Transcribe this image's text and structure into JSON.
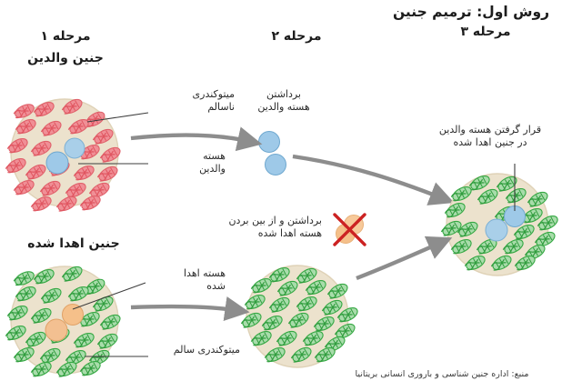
{
  "header": {
    "title": "روش اول: ترمیم جنین"
  },
  "stages": [
    {
      "id": "stage-1",
      "number_label": "مرحله ۱",
      "sub_label": "جنین والدین"
    },
    {
      "id": "stage-2",
      "number_label": "مرحله ۲",
      "sub_label": ""
    },
    {
      "id": "stage-3",
      "number_label": "مرحله ۳",
      "sub_label": ""
    }
  ],
  "labels": {
    "unhealthy_mitochondria": "میتوکندری\nناسالم",
    "parent_nucleus": "هسته\nوالدین",
    "remove_parent_nucleus": "برداشتن\nهسته والدین",
    "place_parent_nucleus": "قرار گرفتن هسته والدین\nدر جنین اهدا شده",
    "remove_destroy_donor_nucleus": "برداشتن و از بین بردن\nهسته اهدا شده",
    "donated_embryo": "جنین اهدا شده",
    "donated_nucleus": "هسته اهدا\nشده",
    "healthy_mitochondria": "میتوکندری سالم"
  },
  "footer": {
    "source": "منبع: اداره جنین شناسی و باروری انسانی بریتانیا"
  },
  "colors": {
    "cytoplasm": "#ece2cd",
    "cytoplasm_edge": "#ded0b4",
    "mito_unhealthy": "#e8636b",
    "mito_unhealthy_light": "#f2a0a4",
    "mito_healthy": "#3cb44a",
    "mito_healthy_light": "#9fd9a3",
    "nucleus_parent": "#9ec9e8",
    "nucleus_parent_edge": "#6fa8cf",
    "nucleus_donor": "#f5c08a",
    "nucleus_donor_edge": "#e0a267",
    "arrow_gray": "#8d8d8d",
    "cross_red": "#cc2222",
    "leader_line": "#4a4a4a",
    "background": "#ffffff",
    "text": "#1c1c1c"
  },
  "diagram": {
    "cells": [
      {
        "name": "parent-embryo-cell",
        "mitochondria_color": "red",
        "mitochondria_count": 28,
        "nuclei": 2,
        "nucleus_color": "blue"
      },
      {
        "name": "donor-embryo-cell",
        "mitochondria_color": "green",
        "mitochondria_count": 28,
        "nuclei": 2,
        "nucleus_color": "orange"
      },
      {
        "name": "enucleated-donor-cell",
        "mitochondria_color": "green",
        "mitochondria_count": 26,
        "nuclei": 0,
        "nucleus_color": "none"
      },
      {
        "name": "repaired-embryo-cell",
        "mitochondria_color": "green",
        "mitochondria_count": 26,
        "nuclei": 2,
        "nucleus_color": "blue"
      }
    ],
    "extracted_nuclei": {
      "name": "extracted-parent-nuclei",
      "count": 2,
      "color": "blue"
    },
    "discarded_nuclei": {
      "name": "discarded-donor-nuclei",
      "count": 2,
      "color": "orange",
      "marked_with": "red-x"
    }
  }
}
